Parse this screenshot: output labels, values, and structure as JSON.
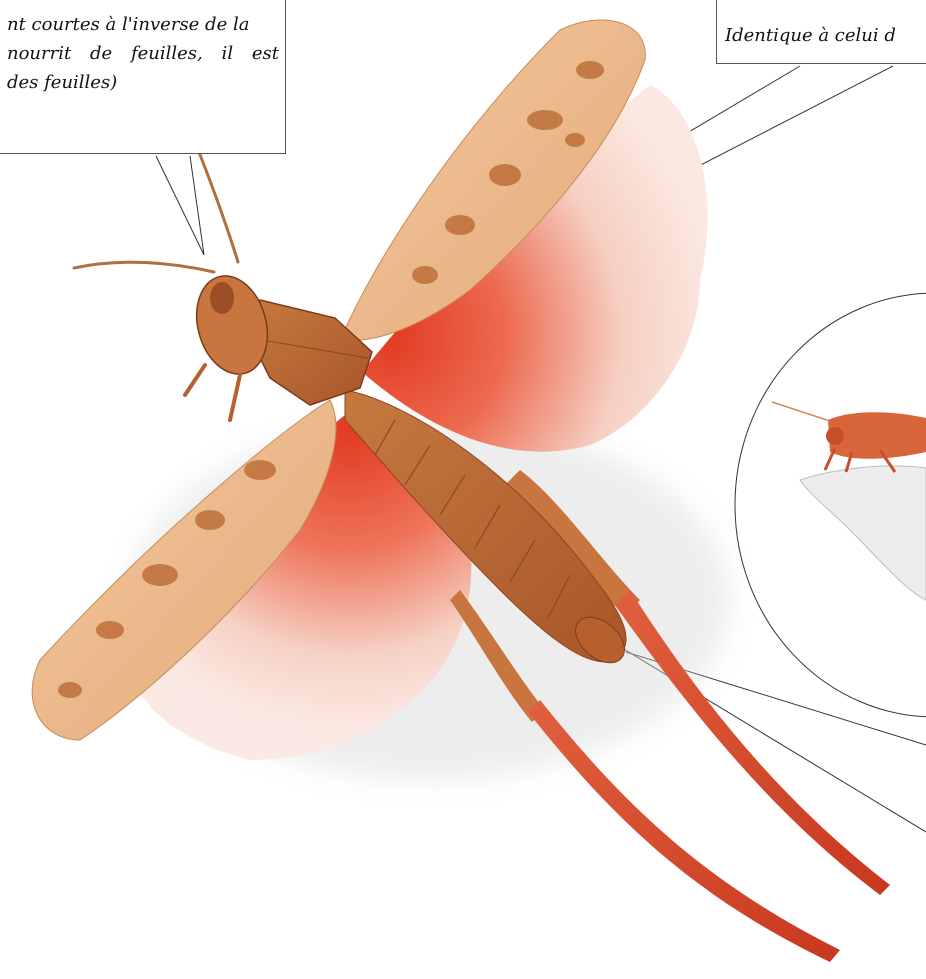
{
  "callouts": {
    "antennae": {
      "line1": "nt courtes à l'inverse de la",
      "line2": "nourrit de feuilles, il est",
      "line3": "des feuilles)"
    },
    "thorax": {
      "text": "Identique à celui d"
    }
  },
  "colors": {
    "wing_red": "#e8402a",
    "wing_pale": "#f7dcd2",
    "body_brown": "#b8652e",
    "forewing_tan": "#e9b98a",
    "leg_red": "#d84a2c",
    "leader_line": "#333333"
  }
}
